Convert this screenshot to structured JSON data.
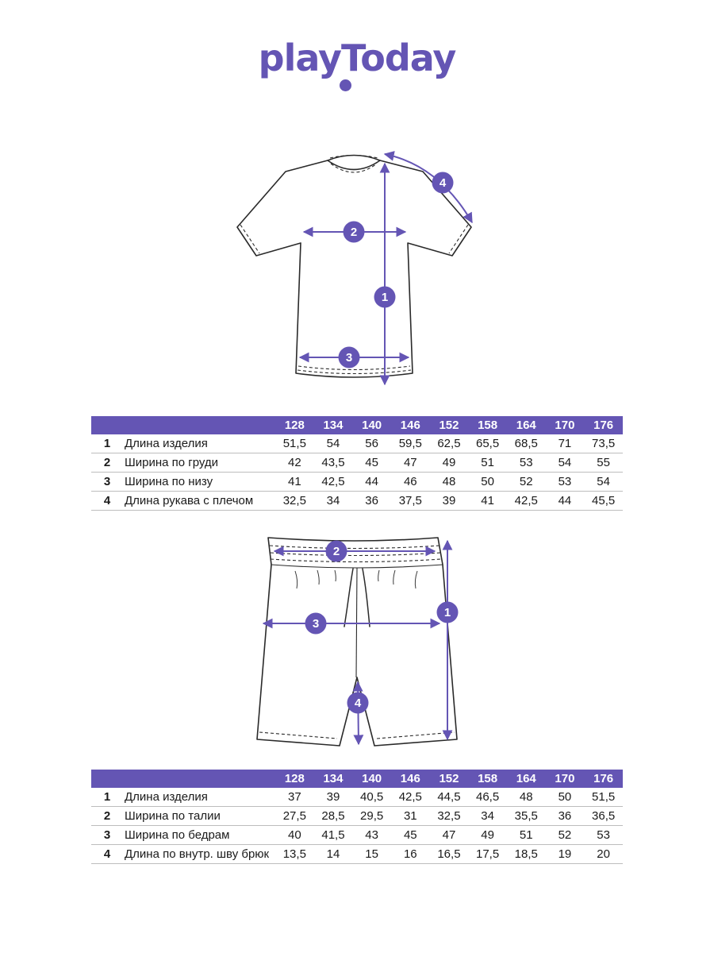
{
  "brand": {
    "name": "playToday"
  },
  "colors": {
    "purple": "#6455b4",
    "line": "#2a2a2a"
  },
  "markers": {
    "m1": "1",
    "m2": "2",
    "m3": "3",
    "m4": "4"
  },
  "tshirt_table": {
    "sizes": [
      "128",
      "134",
      "140",
      "146",
      "152",
      "158",
      "164",
      "170",
      "176"
    ],
    "rows": [
      {
        "num": "1",
        "label": "Длина изделия",
        "values": [
          "51,5",
          "54",
          "56",
          "59,5",
          "62,5",
          "65,5",
          "68,5",
          "71",
          "73,5"
        ]
      },
      {
        "num": "2",
        "label": "Ширина по груди",
        "values": [
          "42",
          "43,5",
          "45",
          "47",
          "49",
          "51",
          "53",
          "54",
          "55"
        ]
      },
      {
        "num": "3",
        "label": "Ширина по низу",
        "values": [
          "41",
          "42,5",
          "44",
          "46",
          "48",
          "50",
          "52",
          "53",
          "54"
        ]
      },
      {
        "num": "4",
        "label": "Длина рукава с плечом",
        "values": [
          "32,5",
          "34",
          "36",
          "37,5",
          "39",
          "41",
          "42,5",
          "44",
          "45,5"
        ]
      }
    ]
  },
  "shorts_table": {
    "sizes": [
      "128",
      "134",
      "140",
      "146",
      "152",
      "158",
      "164",
      "170",
      "176"
    ],
    "rows": [
      {
        "num": "1",
        "label": "Длина изделия",
        "values": [
          "37",
          "39",
          "40,5",
          "42,5",
          "44,5",
          "46,5",
          "48",
          "50",
          "51,5"
        ]
      },
      {
        "num": "2",
        "label": "Ширина по талии",
        "values": [
          "27,5",
          "28,5",
          "29,5",
          "31",
          "32,5",
          "34",
          "35,5",
          "36",
          "36,5"
        ]
      },
      {
        "num": "3",
        "label": "Ширина по бедрам",
        "values": [
          "40",
          "41,5",
          "43",
          "45",
          "47",
          "49",
          "51",
          "52",
          "53"
        ]
      },
      {
        "num": "4",
        "label": "Длина по внутр. шву брюк",
        "values": [
          "13,5",
          "14",
          "15",
          "16",
          "16,5",
          "17,5",
          "18,5",
          "19",
          "20"
        ]
      }
    ]
  }
}
